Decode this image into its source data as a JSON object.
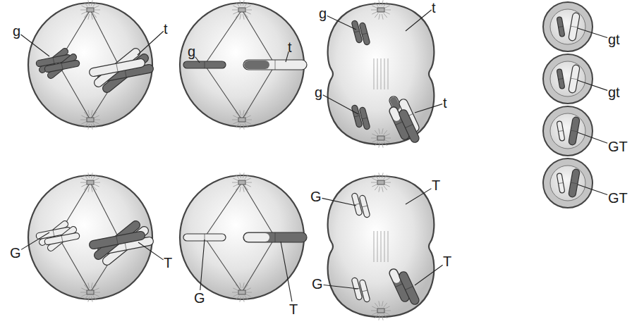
{
  "diagram": {
    "labels": [
      "g",
      "t",
      "g",
      "t",
      "g",
      "t",
      "g",
      "t",
      "gt",
      "gt",
      "GT",
      "GT",
      "G",
      "T",
      "G",
      "T",
      "G",
      "T",
      "G",
      "T"
    ]
  }
}
